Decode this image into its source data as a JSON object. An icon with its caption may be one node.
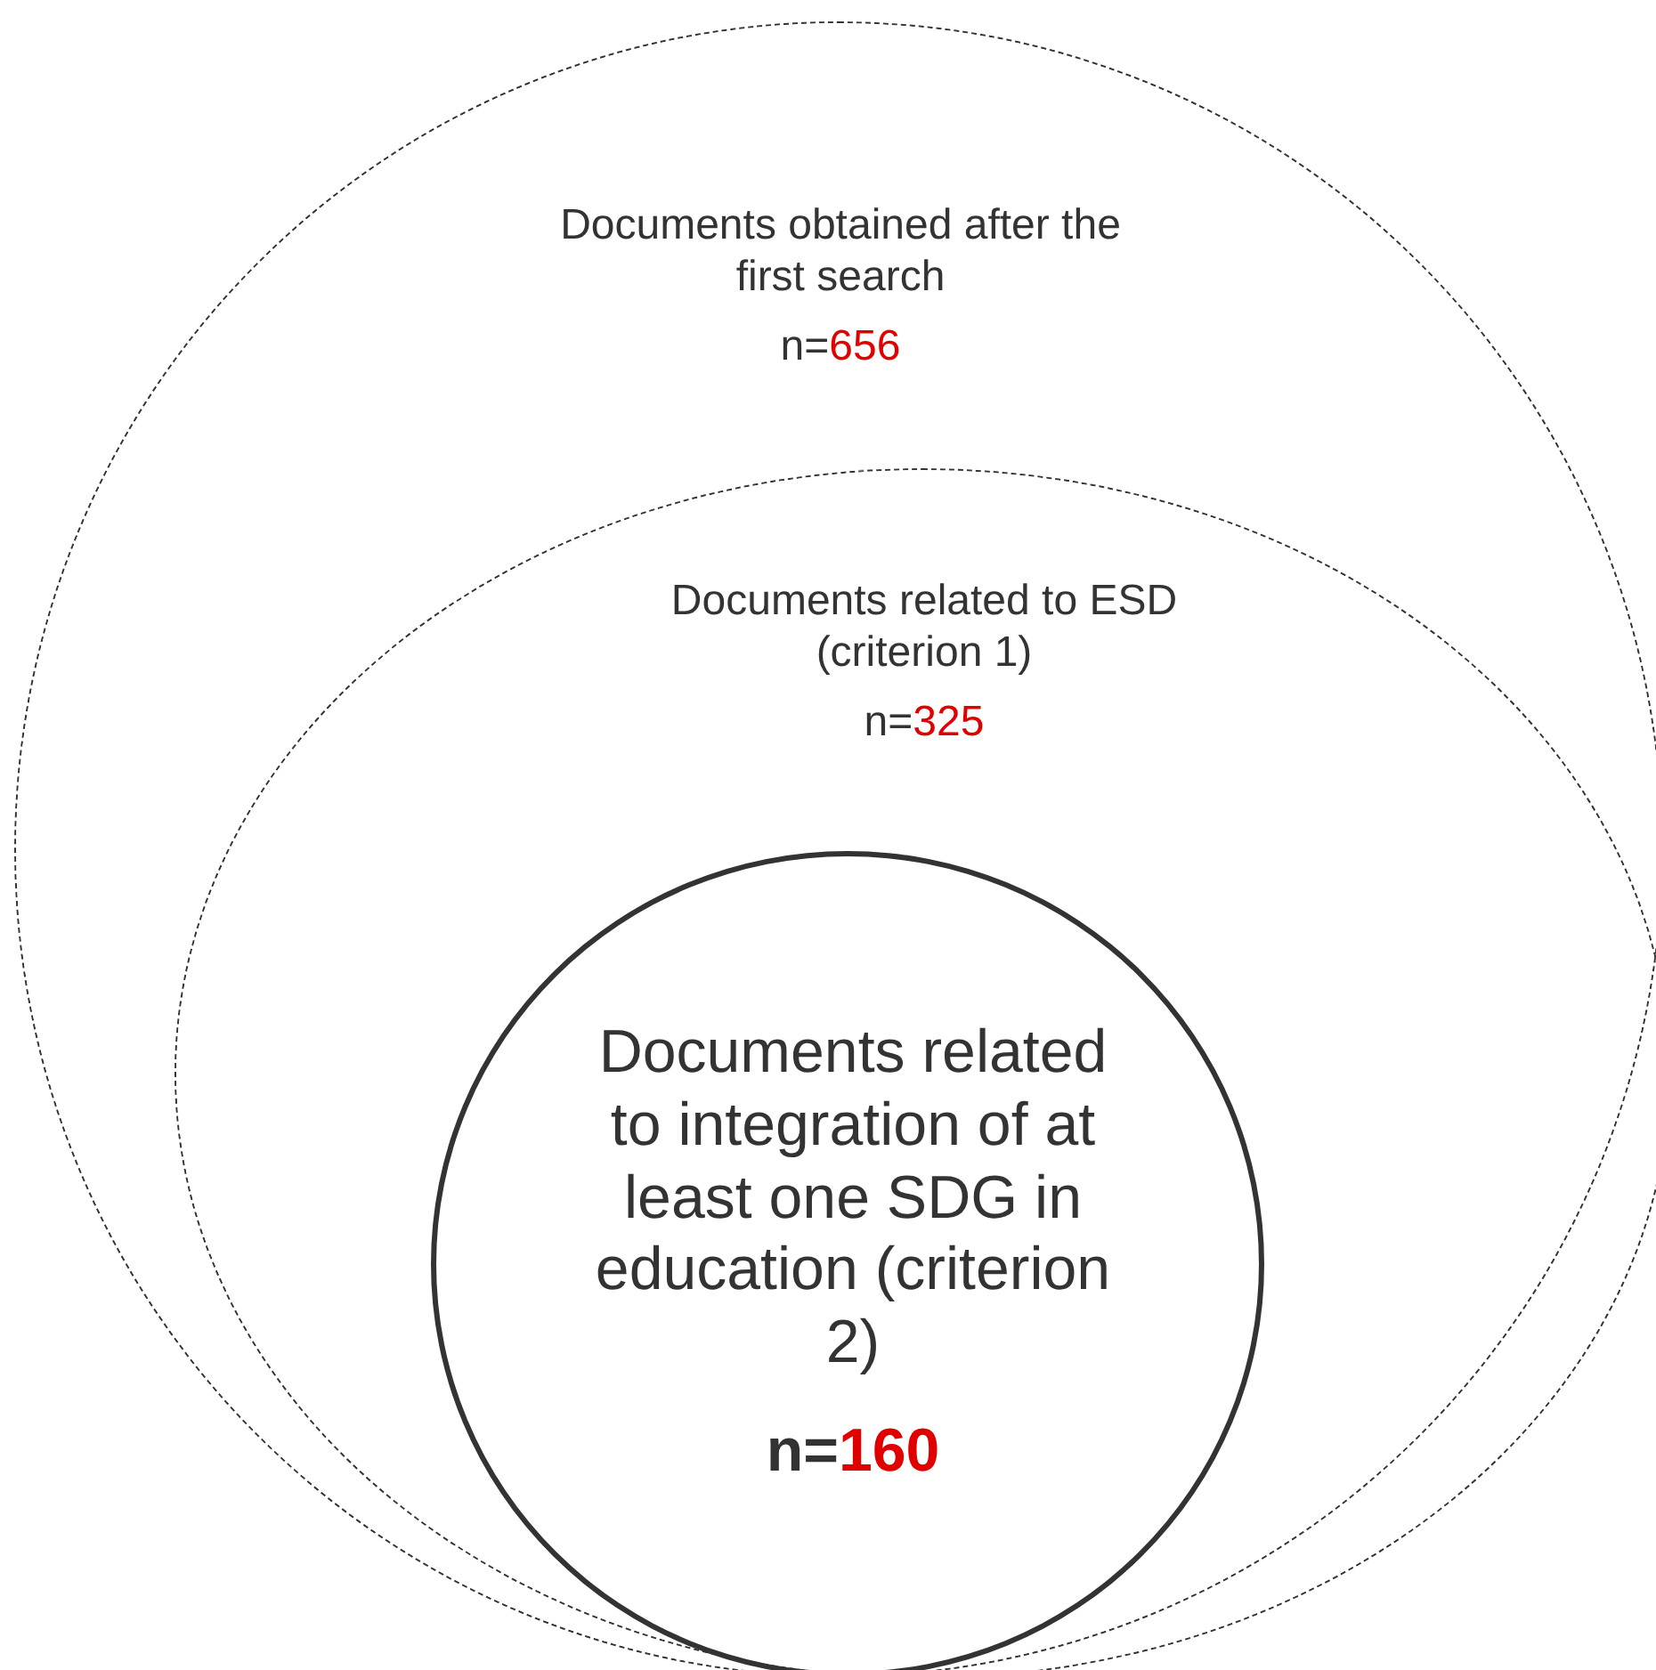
{
  "diagram": {
    "nodes": [
      {
        "text": [
          "Documents obtained after the first search",
          "n=656"
        ]
      },
      {
        "text": [
          "Documents related to ESD (criterion 1)",
          "n=325"
        ],
        "in": 0
      },
      {
        "text": [
          "Documents related to integration of at least one SDG in education (criterion 2)",
          "n=160"
        ],
        "in": 1
      }
    ]
  }
}
